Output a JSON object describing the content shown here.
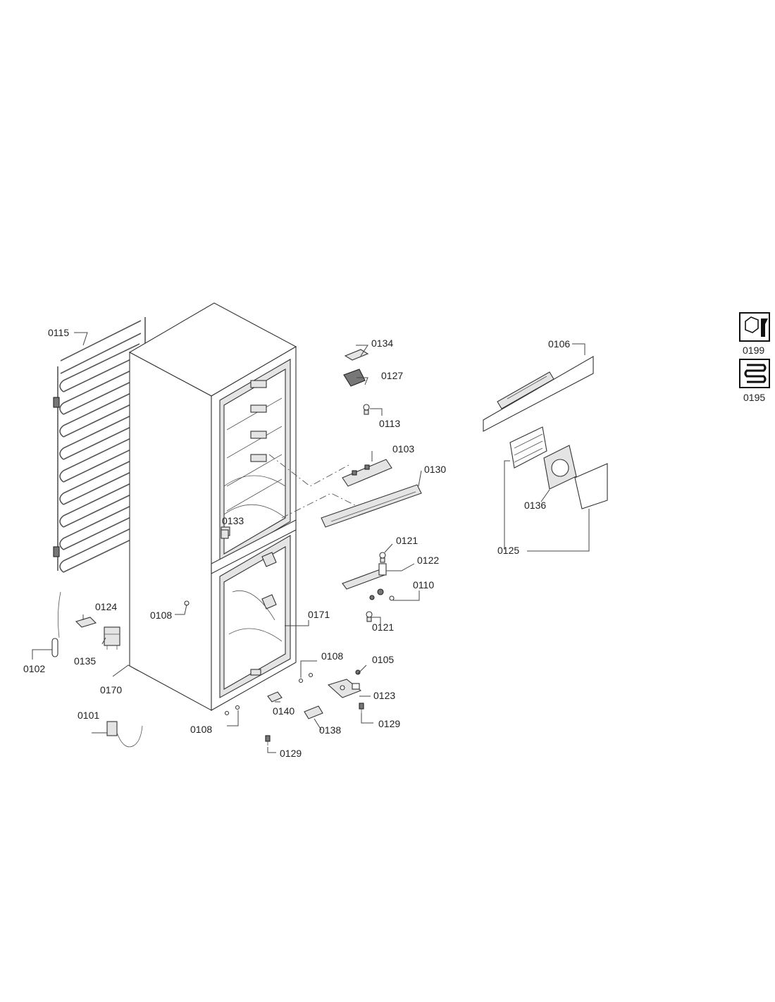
{
  "labels": {
    "l0115": "0115",
    "l0134": "0134",
    "l0127": "0127",
    "l0113": "0113",
    "l0103": "0103",
    "l0130": "0130",
    "l0133": "0133",
    "l0121a": "0121",
    "l0122": "0122",
    "l0110": "0110",
    "l0121b": "0121",
    "l0108a": "0108",
    "l0124": "0124",
    "l0171": "0171",
    "l0135": "0135",
    "l0102": "0102",
    "l0170": "0170",
    "l0108b": "0108",
    "l0105": "0105",
    "l0123": "0123",
    "l0140": "0140",
    "l0101": "0101",
    "l0108c": "0108",
    "l0138": "0138",
    "l0129a": "0129",
    "l0129b": "0129",
    "l0106": "0106",
    "l0136": "0136",
    "l0125": "0125",
    "l0199": "0199",
    "l0195": "0195"
  },
  "icons": {
    "service": "wrench-nut-icon",
    "refrigerant": "refrigerant-coil-icon"
  }
}
